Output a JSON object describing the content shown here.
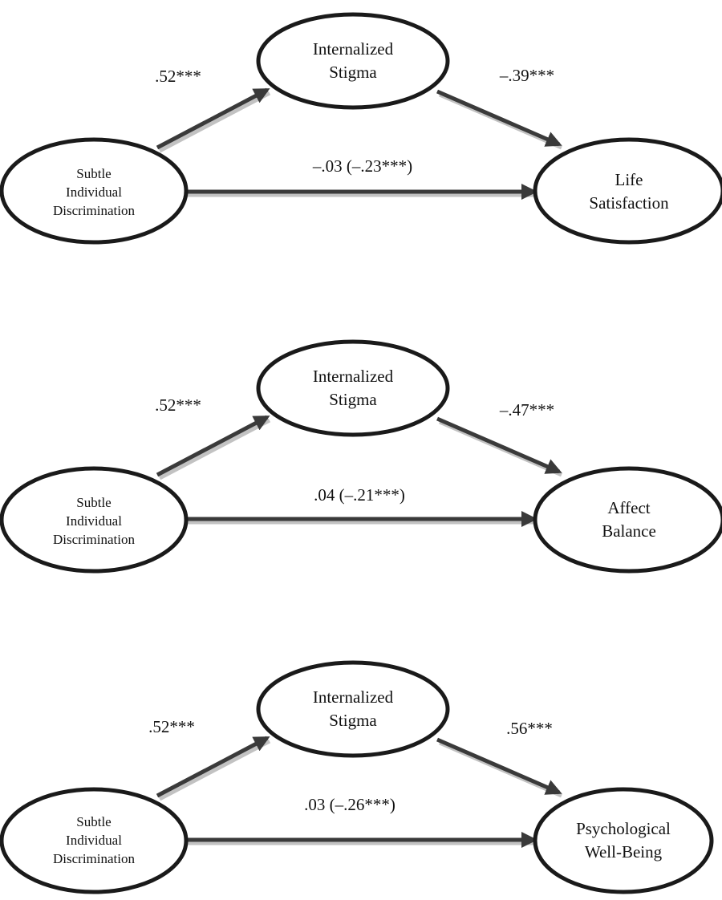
{
  "panels": [
    {
      "predictor": [
        "Subtle",
        "Individual",
        "Discrimination"
      ],
      "mediator": [
        "Internalized",
        "Stigma"
      ],
      "outcome": [
        "Life",
        "Satisfaction"
      ],
      "path_a": ".52***",
      "path_b": "–.39***",
      "path_c": "–.03 (–.23***)"
    },
    {
      "predictor": [
        "Subtle",
        "Individual",
        "Discrimination"
      ],
      "mediator": [
        "Internalized",
        "Stigma"
      ],
      "outcome": [
        "Affect",
        "Balance"
      ],
      "path_a": ".52***",
      "path_b": "–.47***",
      "path_c": ".04 (–.21***)"
    },
    {
      "predictor": [
        "Subtle",
        "Individual",
        "Discrimination"
      ],
      "mediator": [
        "Internalized",
        "Stigma"
      ],
      "outcome": [
        "Psychological",
        "Well-Being"
      ],
      "path_a": ".52***",
      "path_b": ".56***",
      "path_c": ".03 (–.26***)"
    }
  ],
  "colors": {
    "stroke": "#1a1a1a",
    "arrow": "#3a3a3a",
    "text": "#111111"
  }
}
